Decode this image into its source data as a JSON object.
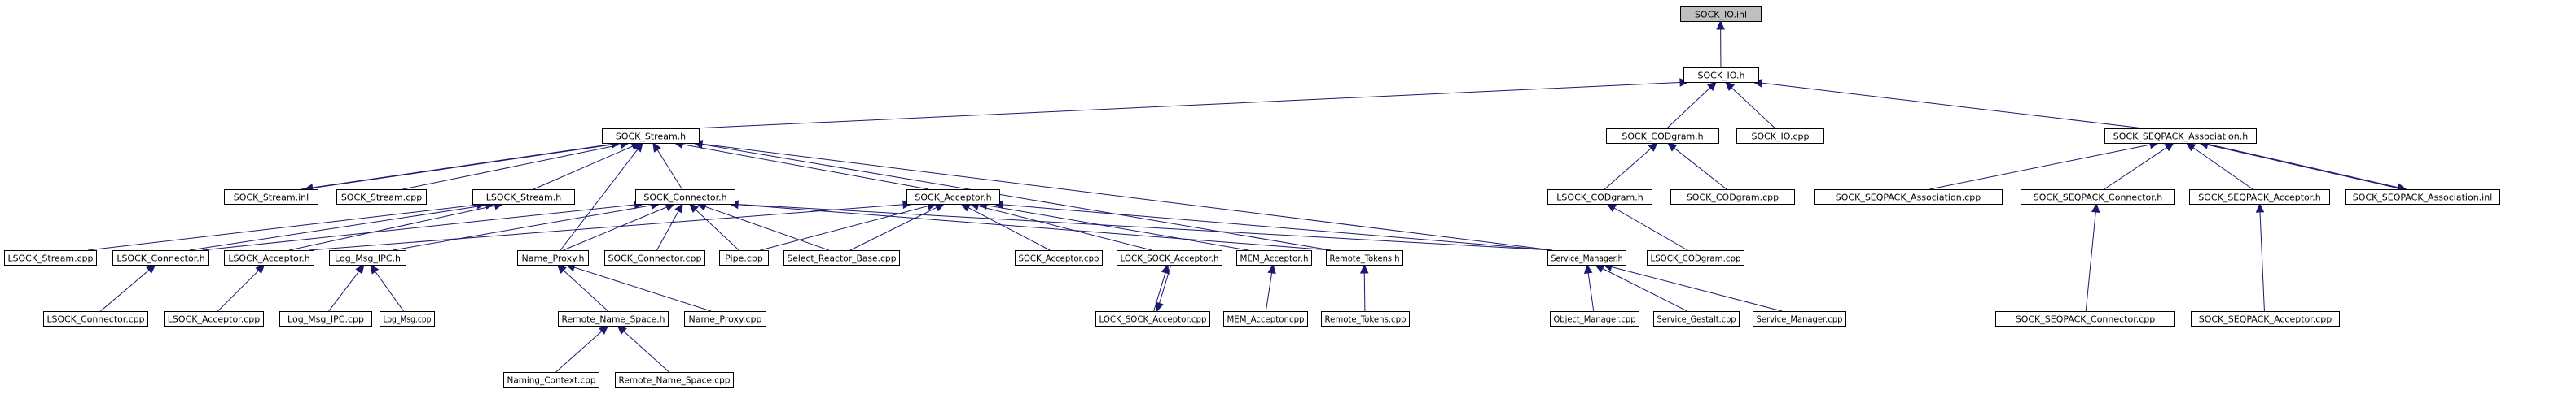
{
  "graph": {
    "type": "include-dependency-graph",
    "root": "SOCK_IO.inl",
    "edge_color": "#191970",
    "root_fill": "#bfbfbf",
    "nodes": [
      {
        "id": "n0",
        "label": "SOCK_IO.inl",
        "root": true
      },
      {
        "id": "n1",
        "label": "SOCK_IO.h"
      },
      {
        "id": "n2",
        "label": "SOCK_Stream.h"
      },
      {
        "id": "n3",
        "label": "SOCK_CODgram.h"
      },
      {
        "id": "n4",
        "label": "SOCK_IO.cpp"
      },
      {
        "id": "n5",
        "label": "SOCK_SEQPACK_Association.h"
      },
      {
        "id": "n6",
        "label": "SOCK_Stream.inl"
      },
      {
        "id": "n7",
        "label": "SOCK_Stream.cpp"
      },
      {
        "id": "n8",
        "label": "LSOCK_Stream.h"
      },
      {
        "id": "n9",
        "label": "SOCK_Connector.h"
      },
      {
        "id": "n10",
        "label": "SOCK_Acceptor.h"
      },
      {
        "id": "n11",
        "label": "LSOCK_CODgram.h"
      },
      {
        "id": "n12",
        "label": "SOCK_CODgram.cpp"
      },
      {
        "id": "n13",
        "label": "SOCK_SEQPACK_Association.cpp"
      },
      {
        "id": "n14",
        "label": "SOCK_SEQPACK_Connector.h"
      },
      {
        "id": "n15",
        "label": "SOCK_SEQPACK_Acceptor.h"
      },
      {
        "id": "n16",
        "label": "SOCK_SEQPACK_Association.inl"
      },
      {
        "id": "n17",
        "label": "LSOCK_Stream.cpp"
      },
      {
        "id": "n18",
        "label": "LSOCK_Connector.h"
      },
      {
        "id": "n19",
        "label": "LSOCK_Acceptor.h"
      },
      {
        "id": "n20",
        "label": "Log_Msg_IPC.h"
      },
      {
        "id": "n21",
        "label": "Name_Proxy.h"
      },
      {
        "id": "n22",
        "label": "SOCK_Connector.cpp"
      },
      {
        "id": "n23",
        "label": "Pipe.cpp"
      },
      {
        "id": "n24",
        "label": "Select_Reactor_Base.cpp"
      },
      {
        "id": "n25",
        "label": "SOCK_Acceptor.cpp"
      },
      {
        "id": "n26",
        "label": "LOCK_SOCK_Acceptor.h"
      },
      {
        "id": "n27",
        "label": "MEM_Acceptor.h"
      },
      {
        "id": "n28",
        "label": "Remote_Tokens.h"
      },
      {
        "id": "n29",
        "label": "Service_Manager.h"
      },
      {
        "id": "n30",
        "label": "LSOCK_CODgram.cpp"
      },
      {
        "id": "n31",
        "label": "LSOCK_Connector.cpp"
      },
      {
        "id": "n32",
        "label": "LSOCK_Acceptor.cpp"
      },
      {
        "id": "n33",
        "label": "Log_Msg_IPC.cpp"
      },
      {
        "id": "n34",
        "label": "Log_Msg.cpp"
      },
      {
        "id": "n35",
        "label": "Remote_Name_Space.h"
      },
      {
        "id": "n36",
        "label": "Name_Proxy.cpp"
      },
      {
        "id": "n37",
        "label": "LOCK_SOCK_Acceptor.cpp"
      },
      {
        "id": "n38",
        "label": "MEM_Acceptor.cpp"
      },
      {
        "id": "n39",
        "label": "Remote_Tokens.cpp"
      },
      {
        "id": "n40",
        "label": "Object_Manager.cpp"
      },
      {
        "id": "n41",
        "label": "Service_Gestalt.cpp"
      },
      {
        "id": "n42",
        "label": "Service_Manager.cpp"
      },
      {
        "id": "n43",
        "label": "SOCK_SEQPACK_Connector.cpp"
      },
      {
        "id": "n44",
        "label": "SOCK_SEQPACK_Acceptor.cpp"
      },
      {
        "id": "n45",
        "label": "Naming_Context.cpp"
      },
      {
        "id": "n46",
        "label": "Remote_Name_Space.cpp"
      }
    ],
    "edges": [
      {
        "from": "n1",
        "to": "n0"
      },
      {
        "from": "n2",
        "to": "n1"
      },
      {
        "from": "n3",
        "to": "n1"
      },
      {
        "from": "n4",
        "to": "n1"
      },
      {
        "from": "n5",
        "to": "n1"
      },
      {
        "from": "n6",
        "to": "n2"
      },
      {
        "from": "n2",
        "to": "n6"
      },
      {
        "from": "n7",
        "to": "n2"
      },
      {
        "from": "n8",
        "to": "n2"
      },
      {
        "from": "n9",
        "to": "n2"
      },
      {
        "from": "n10",
        "to": "n2"
      },
      {
        "from": "n21",
        "to": "n2"
      },
      {
        "from": "n28",
        "to": "n2"
      },
      {
        "from": "n29",
        "to": "n2"
      },
      {
        "from": "n17",
        "to": "n8"
      },
      {
        "from": "n18",
        "to": "n8"
      },
      {
        "from": "n19",
        "to": "n8"
      },
      {
        "from": "n18",
        "to": "n9"
      },
      {
        "from": "n19",
        "to": "n10"
      },
      {
        "from": "n20",
        "to": "n9"
      },
      {
        "from": "n21",
        "to": "n9"
      },
      {
        "from": "n22",
        "to": "n9"
      },
      {
        "from": "n23",
        "to": "n9"
      },
      {
        "from": "n24",
        "to": "n9"
      },
      {
        "from": "n28",
        "to": "n9"
      },
      {
        "from": "n29",
        "to": "n9"
      },
      {
        "from": "n23",
        "to": "n10"
      },
      {
        "from": "n24",
        "to": "n10"
      },
      {
        "from": "n25",
        "to": "n10"
      },
      {
        "from": "n26",
        "to": "n10"
      },
      {
        "from": "n27",
        "to": "n10"
      },
      {
        "from": "n29",
        "to": "n10"
      },
      {
        "from": "n11",
        "to": "n3"
      },
      {
        "from": "n12",
        "to": "n3"
      },
      {
        "from": "n30",
        "to": "n11"
      },
      {
        "from": "n13",
        "to": "n5"
      },
      {
        "from": "n14",
        "to": "n5"
      },
      {
        "from": "n15",
        "to": "n5"
      },
      {
        "from": "n16",
        "to": "n5"
      },
      {
        "from": "n5",
        "to": "n16"
      },
      {
        "from": "n43",
        "to": "n14"
      },
      {
        "from": "n44",
        "to": "n15"
      },
      {
        "from": "n31",
        "to": "n18"
      },
      {
        "from": "n32",
        "to": "n19"
      },
      {
        "from": "n33",
        "to": "n20"
      },
      {
        "from": "n34",
        "to": "n20"
      },
      {
        "from": "n35",
        "to": "n21"
      },
      {
        "from": "n36",
        "to": "n21"
      },
      {
        "from": "n45",
        "to": "n35"
      },
      {
        "from": "n46",
        "to": "n35"
      },
      {
        "from": "n37",
        "to": "n26"
      },
      {
        "from": "n26",
        "to": "n37"
      },
      {
        "from": "n38",
        "to": "n27"
      },
      {
        "from": "n39",
        "to": "n28"
      },
      {
        "from": "n40",
        "to": "n29"
      },
      {
        "from": "n41",
        "to": "n29"
      },
      {
        "from": "n42",
        "to": "n29"
      }
    ]
  }
}
